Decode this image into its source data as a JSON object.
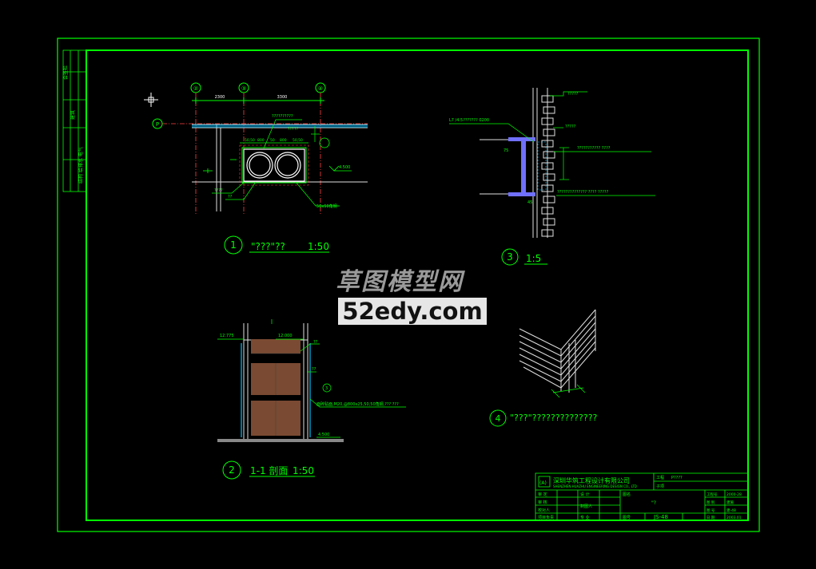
{
  "colors": {
    "background": "#000000",
    "frame": "#00ff00",
    "linework": "#e0e0e0",
    "dim": "#00ff00",
    "hatch": "#00c0ff",
    "steel": "#7070ff",
    "panel": "#7a4a32",
    "watermark": "#9a9a9a"
  },
  "watermark": {
    "title": "草图模型网",
    "url": "52edy.com"
  },
  "views": [
    {
      "number": "1",
      "caption": "\"???\"??",
      "scale": "1:50"
    },
    {
      "number": "2",
      "caption": "1-1  剖面",
      "scale": "1:50"
    },
    {
      "number": "3",
      "caption": "",
      "scale": "1:5"
    },
    {
      "number": "4",
      "caption": "\"???\"??????????????",
      "scale": ""
    }
  ],
  "plan": {
    "axis_labels": [
      "②",
      "③",
      "④"
    ],
    "grid_label": "P",
    "dim_top": [
      "2300",
      "3300"
    ],
    "dims_box": [
      "50,50",
      "800",
      "50",
      "800",
      "50,50"
    ],
    "level": "4.500",
    "notes": [
      "??????????",
      "?????",
      "????",
      "??",
      "50x50角钢"
    ]
  },
  "section": {
    "levels": [
      "12.775",
      "12.000",
      "4.500"
    ],
    "notes": [
      "??",
      "??",
      "面砖贴面,M20,@800x25,50,50角钢,??? ???"
    ],
    "callout": "3"
  },
  "detail": {
    "notes": [
      "L7 /4.5??????? 0200",
      "?????",
      "?????",
      "??????????? ????",
      "?????????????? ???? ?????"
    ],
    "labels": [
      "75",
      "45"
    ]
  },
  "titleblock": {
    "company_cn": "深圳华筑工程设计有限公司",
    "company_en": "SHENZHEN HUAZHU ENGINEERING DESIGN CO., LTD",
    "project_label": "工程",
    "project": "P????",
    "sub_label": "子项",
    "drawing_label": "图名",
    "drawing_name": "\"?",
    "drawing_no_label": "图号",
    "drawing_no": "JS-48",
    "rows_left": [
      "审  定",
      "审  核",
      "校对人",
      "项目负责"
    ],
    "rows_mid": [
      "设  计",
      "制图人",
      "专  业"
    ],
    "right_labels": [
      "工程号",
      "图  别",
      "图  号",
      "日  期"
    ],
    "right_values": [
      "2000-28",
      "建施",
      "建-48",
      "2003.01"
    ],
    "stamp": "(A)"
  }
}
